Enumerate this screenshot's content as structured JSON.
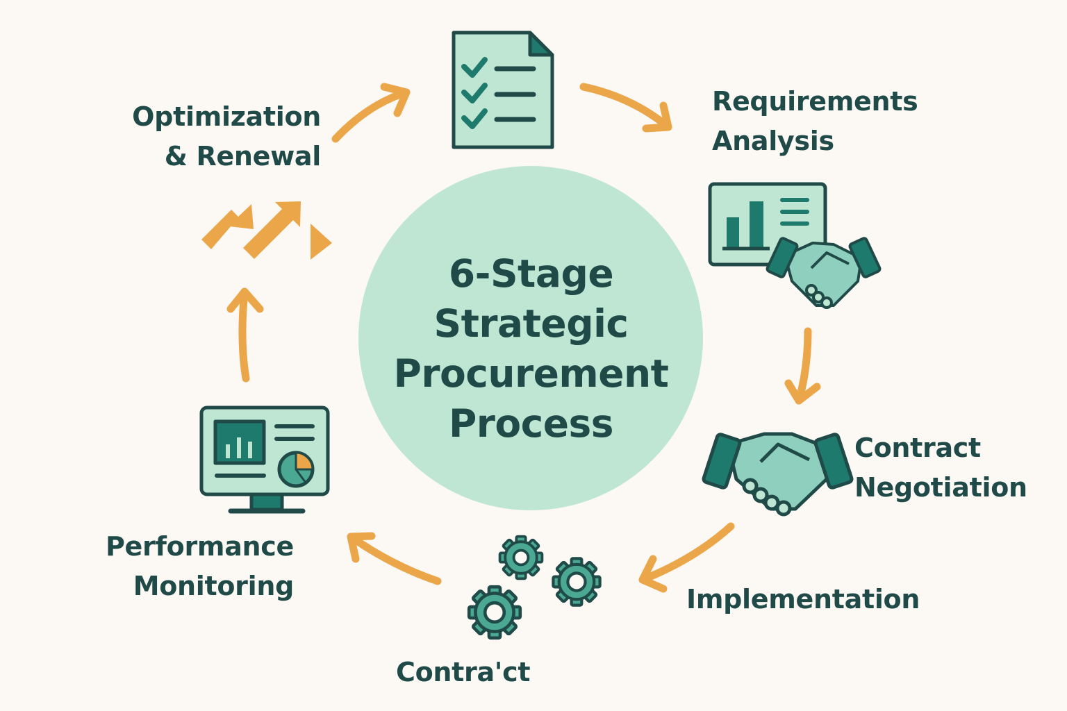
{
  "center": {
    "title_lines": [
      "6-Stage",
      "Strategic",
      "Procurement",
      "Process"
    ]
  },
  "stages": {
    "requirements": {
      "lines": [
        "Requirements",
        "Analysis"
      ]
    },
    "negotiation": {
      "lines": [
        "Contract",
        "Negotiation"
      ]
    },
    "implementation": {
      "lines": [
        "Implementation"
      ]
    },
    "contract": {
      "lines": [
        "Contra'ct"
      ]
    },
    "monitoring": {
      "lines": [
        "Performance",
        "Monitoring"
      ]
    },
    "optimization": {
      "lines": [
        "Optimization",
        "& Renewal"
      ]
    }
  },
  "icons": {
    "checklist": "checklist-document-icon",
    "analysis": "analysis-report-icon",
    "handshake": "handshake-icon",
    "gears": "gears-icon",
    "monitor": "dashboard-monitor-icon",
    "growth": "growth-arrows-icon"
  },
  "colors": {
    "background": "#fcf8f3",
    "circle": "#bfe6d3",
    "text": "#1f4a48",
    "accent": "#eba64a",
    "teal_dark": "#1e7a6c",
    "teal_light": "#bfe6d3",
    "outline": "#1f4a48"
  }
}
